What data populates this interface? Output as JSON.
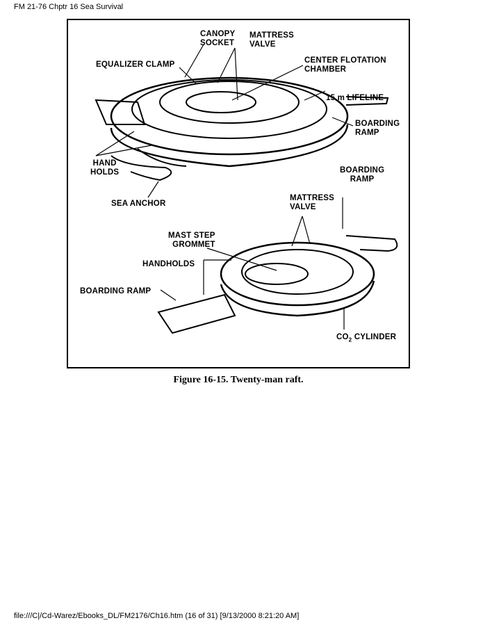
{
  "header": {
    "title": "FM 21-76 Chptr 16 Sea Survival"
  },
  "figure": {
    "caption": "Figure 16-15. Twenty-man raft.",
    "labels": {
      "canopy_socket": "CANOPY\nSOCKET",
      "mattress_valve_top": "MATTRESS\nVALVE",
      "equalizer_clamp": "EQUALIZER CLAMP",
      "center_flotation": "CENTER FLOTATION\nCHAMBER",
      "lifeline": "15 m LIFELINE",
      "boarding_ramp_top": "BOARDING\nRAMP",
      "hand_holds": "HAND\nHOLDS",
      "sea_anchor": "SEA ANCHOR",
      "boarding_ramp_bottom_right": "BOARDING\nRAMP",
      "mattress_valve_bottom": "MATTRESS\nVALVE",
      "mast_step": "MAST STEP\nGROMMET",
      "handholds": "HANDHOLDS",
      "boarding_ramp_bottom_left": "BOARDING RAMP",
      "co2_prefix": "CO",
      "co2_sub": "2",
      "co2_suffix": " CYLINDER"
    }
  },
  "footer": {
    "text": "file:///C|/Cd-Warez/Ebooks_DL/FM2176/Ch16.htm (16 of 31) [9/13/2000 8:21:20 AM]"
  }
}
